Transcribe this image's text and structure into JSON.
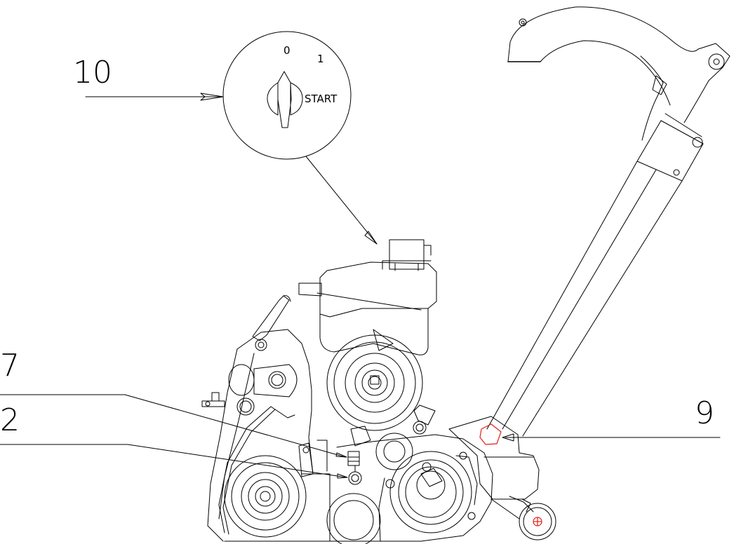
{
  "callouts": [
    {
      "id": "10",
      "label": "10"
    },
    {
      "id": "7",
      "label": "7"
    },
    {
      "id": "2",
      "label": "2"
    },
    {
      "id": "9",
      "label": "9"
    }
  ],
  "ignition_switch": {
    "position_off": "0",
    "position_on": "1",
    "position_start": "START"
  },
  "colors": {
    "line": "#000000",
    "highlight": "#e0201c",
    "background": "#ffffff"
  }
}
